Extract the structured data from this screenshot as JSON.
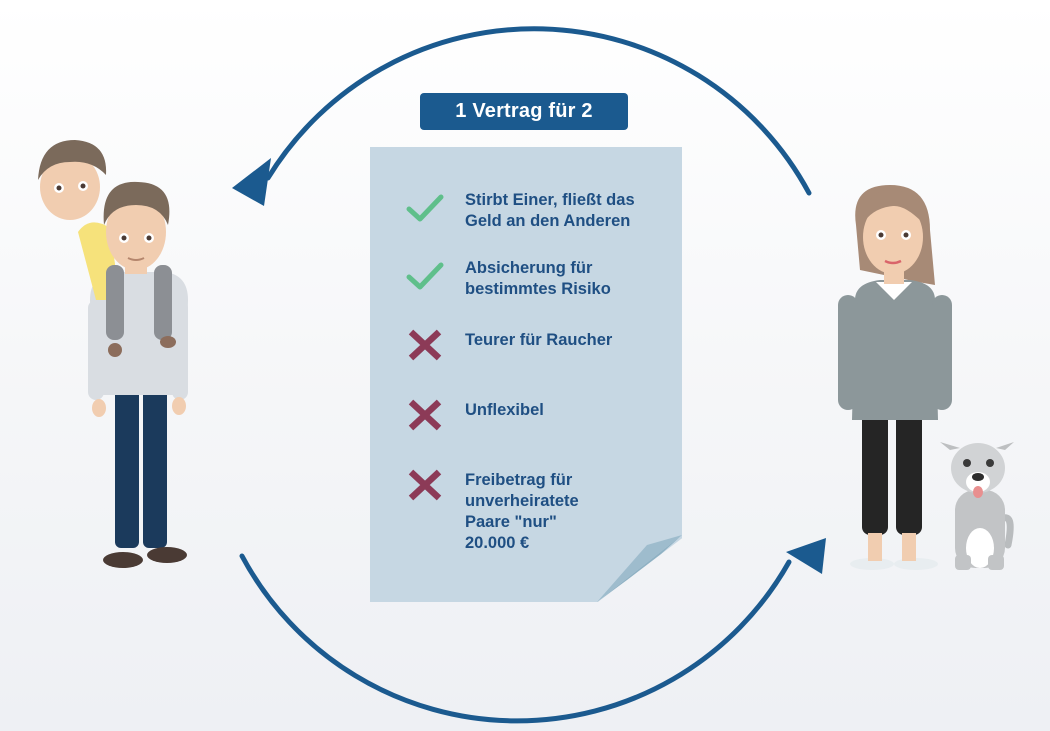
{
  "title": "1 Vertrag für 2",
  "items": [
    {
      "type": "check",
      "icon": "check-icon",
      "text": "Stirbt Einer, fließt das\nGeld an den Anderen"
    },
    {
      "type": "check",
      "icon": "check-icon",
      "text": "Absicherung für\nbestimmtes Risiko"
    },
    {
      "type": "cross",
      "icon": "cross-icon",
      "text": "Teurer für Raucher"
    },
    {
      "type": "cross",
      "icon": "cross-icon",
      "text": "Unflexibel"
    },
    {
      "type": "cross",
      "icon": "cross-icon",
      "text": "Freibetrag für\nunverheiratete\nPaare \"nur\"\n20.000 €"
    }
  ],
  "colors": {
    "arrow": "#1b5a8f",
    "badge": "#1b5a8f",
    "paper": "#c6d7e3",
    "text": "#1f4f83",
    "check": "#5fbf8b",
    "cross": "#8c3a57"
  }
}
